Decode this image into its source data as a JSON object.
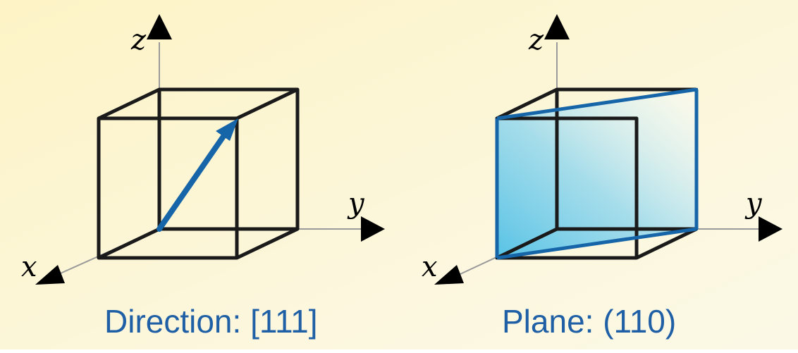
{
  "colors": {
    "background_left": "#fdf5cf",
    "background_right": "#fbf8e4",
    "edge": "#1a1a1a",
    "accent": "#1565a8",
    "plane_fill_light": "#5ec4e6",
    "caption": "#1f5fa6"
  },
  "left_panel": {
    "axis_x": "x",
    "axis_y": "y",
    "axis_z": "z",
    "caption": "Direction: [111]"
  },
  "right_panel": {
    "axis_x": "x",
    "axis_y": "y",
    "axis_z": "z",
    "caption": "Plane: (110)"
  }
}
